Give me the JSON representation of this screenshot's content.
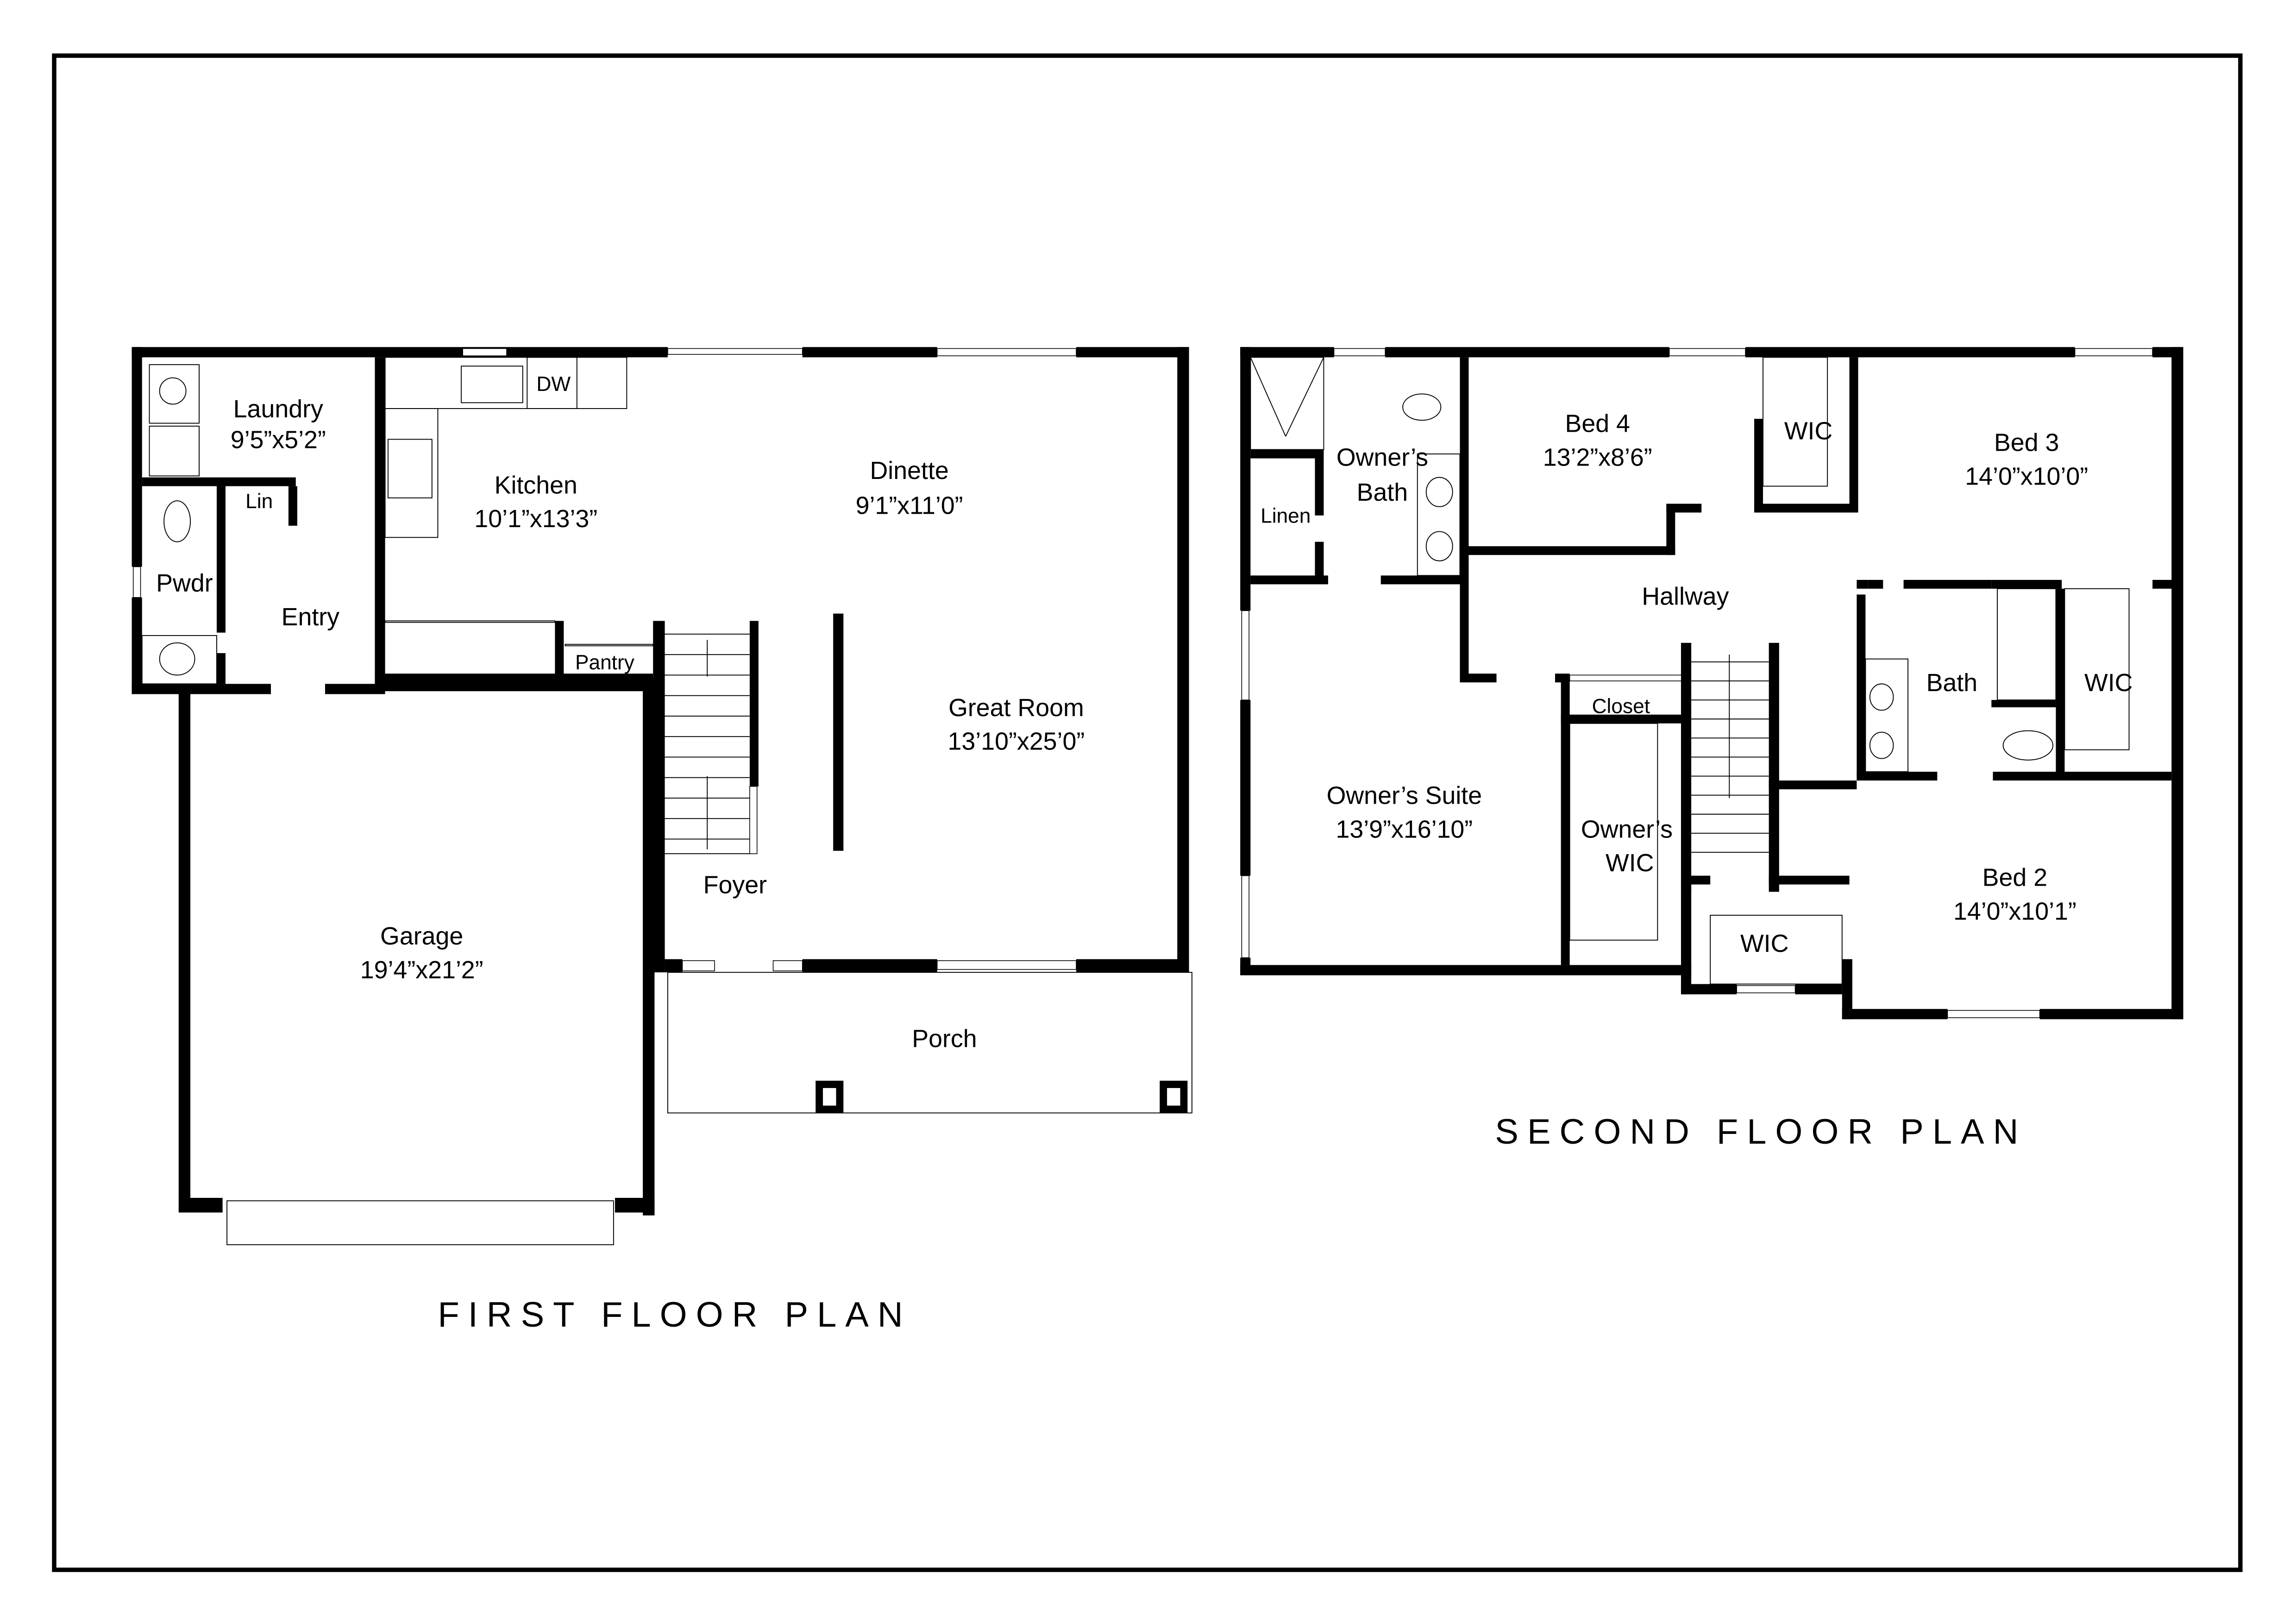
{
  "sheet": {
    "first_floor": {
      "title": "FIRST FLOOR PLAN",
      "rooms": {
        "laundry": {
          "name": "Laundry",
          "size": "9’5”x5’2”"
        },
        "lin": {
          "name": "Lin"
        },
        "pwdr": {
          "name": "Pwdr"
        },
        "entry": {
          "name": "Entry"
        },
        "kitchen": {
          "name": "Kitchen",
          "size": "10’1”x13’3”"
        },
        "dw": {
          "name": "DW"
        },
        "pantry": {
          "name": "Pantry"
        },
        "dinette": {
          "name": "Dinette",
          "size": "9’1”x11’0”"
        },
        "great_room": {
          "name": "Great Room",
          "size": "13’10”x25’0”"
        },
        "foyer": {
          "name": "Foyer"
        },
        "garage": {
          "name": "Garage",
          "size": "19’4”x21’2”"
        },
        "porch": {
          "name": "Porch"
        }
      }
    },
    "second_floor": {
      "title": "SECOND FLOOR PLAN",
      "rooms": {
        "owners_bath": {
          "name1": "Owner’s",
          "name2": "Bath"
        },
        "linen": {
          "name": "Linen"
        },
        "bed4": {
          "name": "Bed 4",
          "size": "13’2”x8’6”"
        },
        "wic_bed4": {
          "name": "WIC"
        },
        "bed3": {
          "name": "Bed 3",
          "size": "14’0”x10’0”"
        },
        "hallway": {
          "name": "Hallway"
        },
        "bath": {
          "name": "Bath"
        },
        "wic_bed3": {
          "name": "WIC"
        },
        "closet": {
          "name": "Closet"
        },
        "owners_suite": {
          "name": "Owner’s Suite",
          "size": "13’9”x16’10”"
        },
        "owners_wic": {
          "name1": "Owner’s",
          "name2": "WIC"
        },
        "wic_bed2": {
          "name": "WIC"
        },
        "bed2": {
          "name": "Bed 2",
          "size": "14’0”x10’1”"
        }
      }
    }
  }
}
